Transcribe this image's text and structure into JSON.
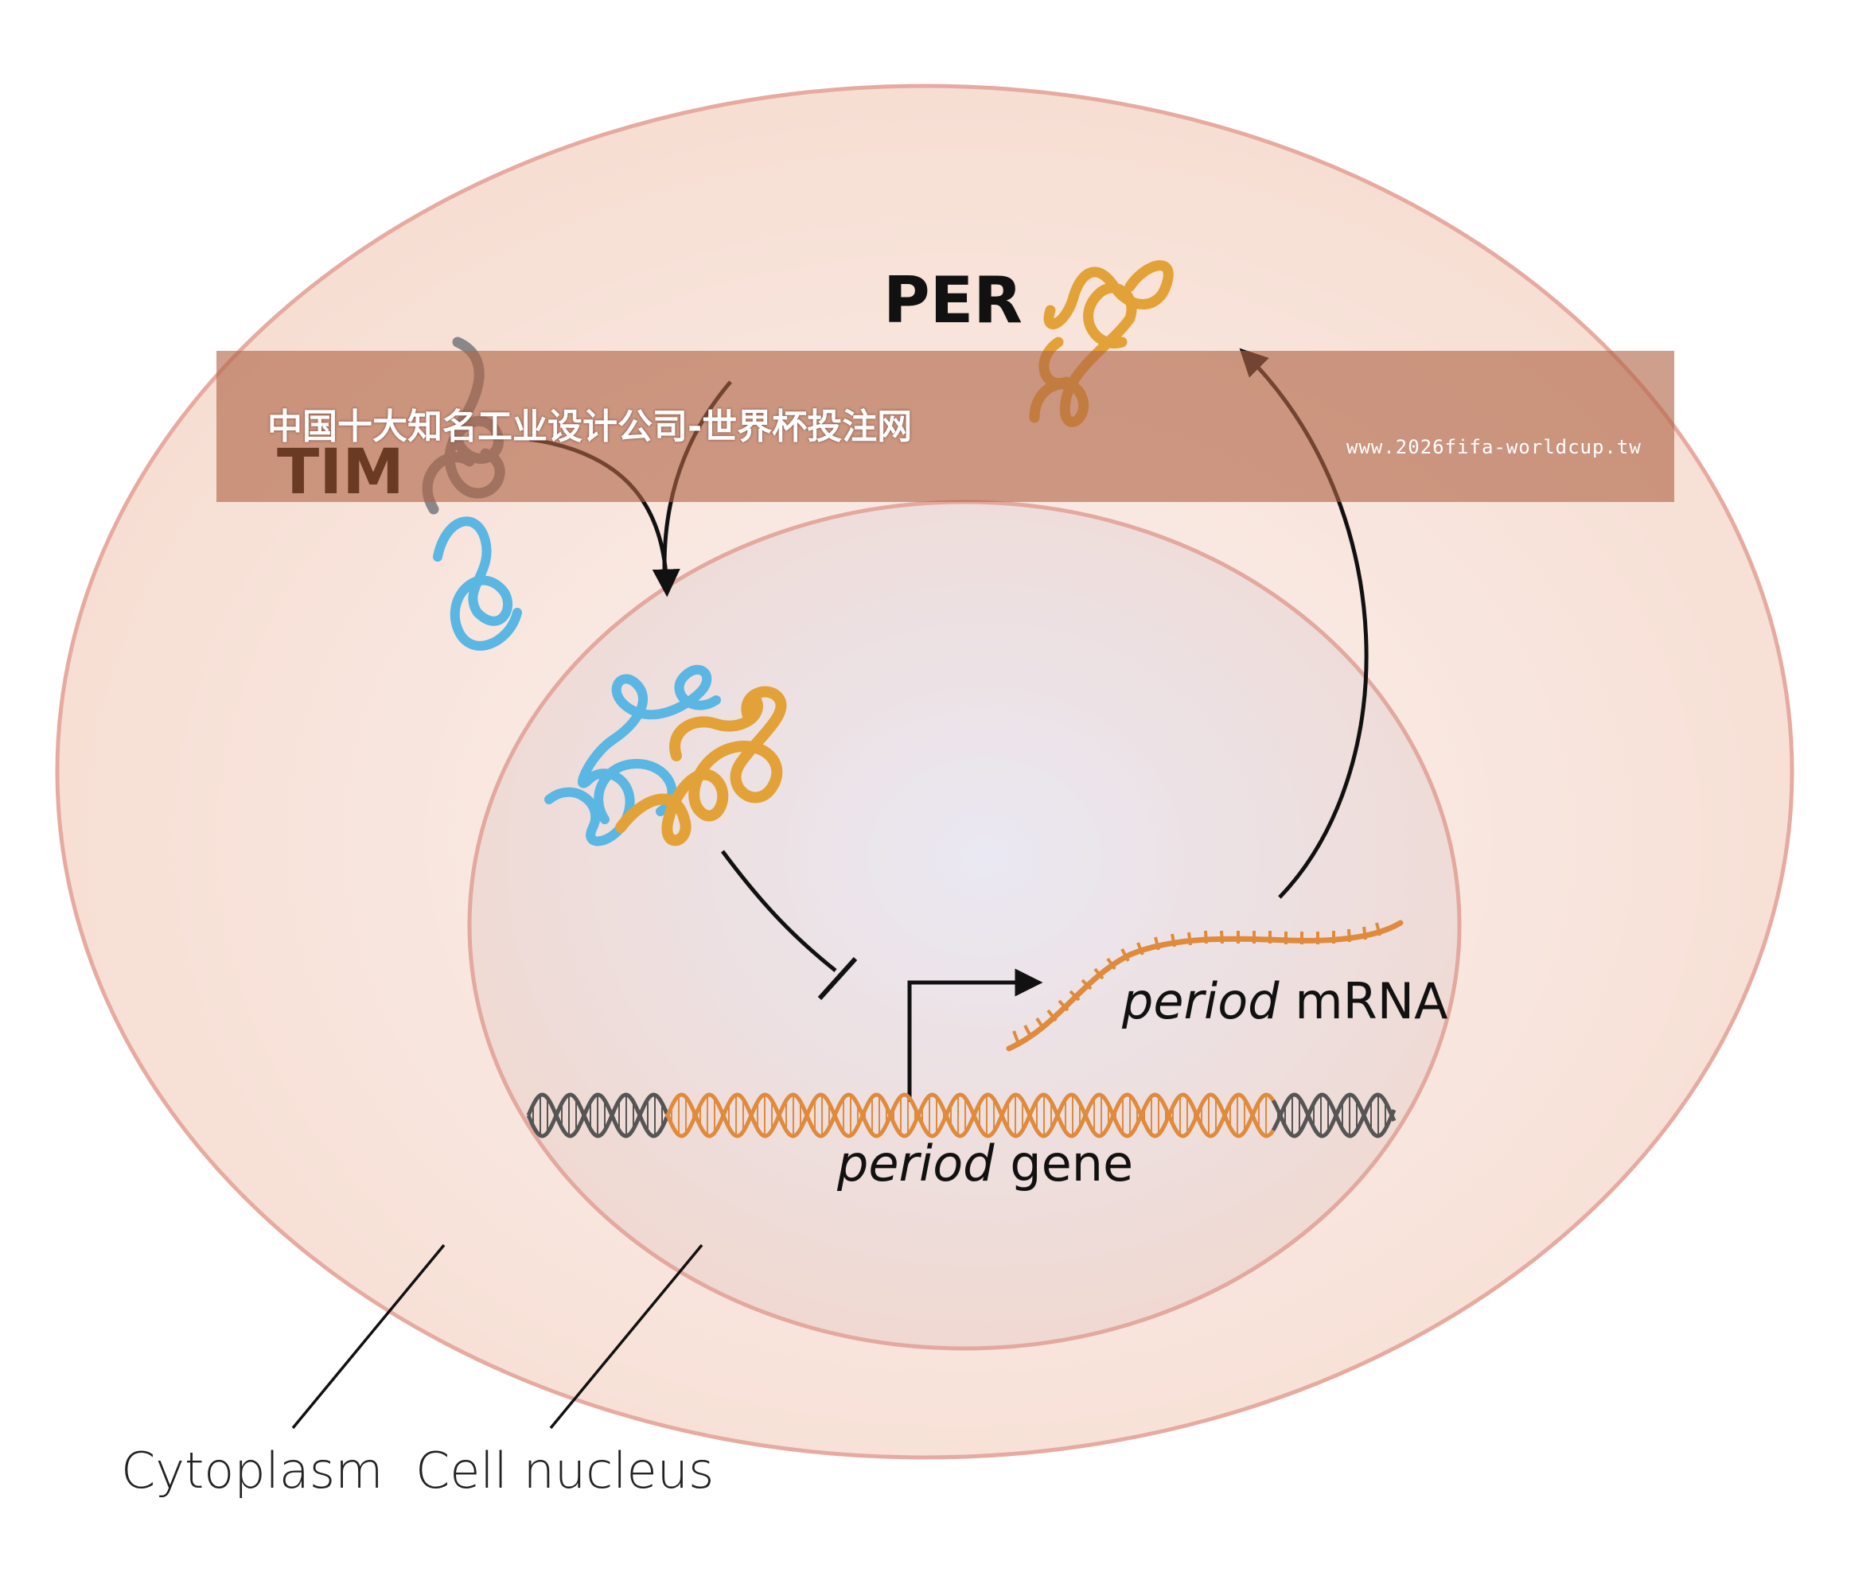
{
  "labels": {
    "per": "PER",
    "tim": "TIM",
    "mrna_italic": "period",
    "mrna_rest": " mRNA",
    "gene_italic": "period",
    "gene_rest": " gene",
    "cytoplasm": "Cytoplasm",
    "nucleus": "Cell nucleus"
  },
  "watermark": {
    "title": "中国十大知名工业设计公司-世界杯投注网",
    "url": "www.2026fifa-worldcup.tw"
  },
  "colors": {
    "cell_fill": "#f8e4da",
    "cell_stroke": "#e7aaa0",
    "nucleus_fill": "#f1e6ea",
    "nucleus_stroke": "#e3a89e",
    "per_protein": "#e3a238",
    "tim_protein": "#5ab6e2",
    "dna_gene": "#e08a3c",
    "dna_flank": "#555555",
    "mrna": "#e08a3c",
    "arrow": "#111111"
  }
}
